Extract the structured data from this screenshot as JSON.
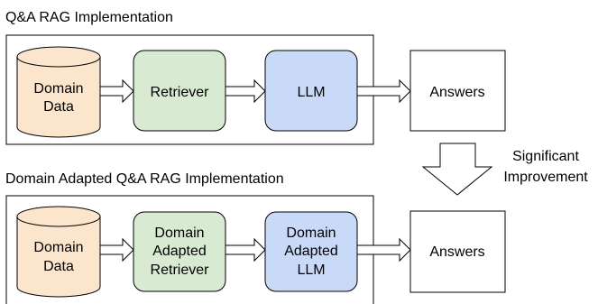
{
  "top": {
    "title": "Q&A RAG Implementation",
    "data_line1": "Domain",
    "data_line2": "Data",
    "retriever": "Retriever",
    "llm": "LLM",
    "answers": "Answers"
  },
  "improvement": {
    "line1": "Significant",
    "line2": "Improvement"
  },
  "bottom": {
    "title": "Domain Adapted Q&A RAG Implementation",
    "data_line1": "Domain",
    "data_line2": "Data",
    "retriever_line1": "Domain",
    "retriever_line2": "Adapted",
    "retriever_line3": "Retriever",
    "llm_line1": "Domain",
    "llm_line2": "Adapted",
    "llm_line3": "LLM",
    "answers": "Answers"
  },
  "colors": {
    "database_fill": "#fce5cd",
    "retriever_fill": "#d9ead3",
    "llm_fill": "#c9daf8",
    "stroke": "#000000"
  }
}
